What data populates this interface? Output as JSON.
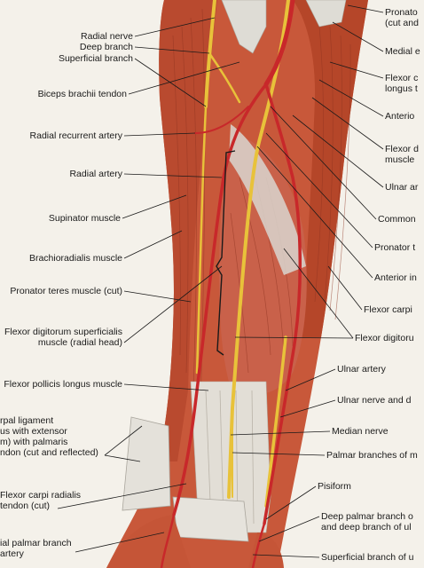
{
  "colors": {
    "muscle": "#c8583a",
    "muscle_dark": "#9e3a24",
    "tendon": "#d8d6cf",
    "artery": "#c8282a",
    "nerve": "#e8c23a",
    "label_line": "#1a1a1a"
  },
  "labels_left": [
    {
      "text": "Radial nerve"
    },
    {
      "text": "Deep branch"
    },
    {
      "text": "Superficial branch"
    },
    {
      "text": "Biceps brachii tendon"
    },
    {
      "text": "Radial recurrent artery"
    },
    {
      "text": "Radial artery"
    },
    {
      "text": "Supinator muscle"
    },
    {
      "text": "Brachioradialis muscle"
    },
    {
      "text": "Pronator teres muscle (cut)"
    },
    {
      "line1": "Flexor digitorum superficialis",
      "line2": "muscle (radial head)"
    },
    {
      "text": "Flexor pollicis longus muscle"
    },
    {
      "line1": "rpal ligament",
      "line2": "us with extensor",
      "line3": "m) with palmaris",
      "line4": "ndon (cut and reflected)"
    },
    {
      "line1": "Flexor carpi radialis",
      "line2": "tendon (cut)"
    },
    {
      "line1": "ial palmar branch",
      "line2": "artery"
    }
  ],
  "labels_right": [
    {
      "line1": "Pronato",
      "line2": "(cut and"
    },
    {
      "text": "Medial e"
    },
    {
      "line1": "Flexor c",
      "line2": "longus t"
    },
    {
      "text": "Anterio"
    },
    {
      "line1": "Flexor d",
      "line2": "muscle"
    },
    {
      "text": "Ulnar ar"
    },
    {
      "text": "Common"
    },
    {
      "text": "Pronator t"
    },
    {
      "text": "Anterior in"
    },
    {
      "text": "Flexor carpi"
    },
    {
      "text": "Flexor digitoru"
    },
    {
      "text": "Ulnar artery"
    },
    {
      "text": "Ulnar nerve and d"
    },
    {
      "text": "Median nerve"
    },
    {
      "text": "Palmar branches of m"
    },
    {
      "text": "Pisiform"
    },
    {
      "line1": "Deep palmar branch o",
      "line2": "and deep branch of ul"
    },
    {
      "text": "Superficial branch of u"
    }
  ]
}
